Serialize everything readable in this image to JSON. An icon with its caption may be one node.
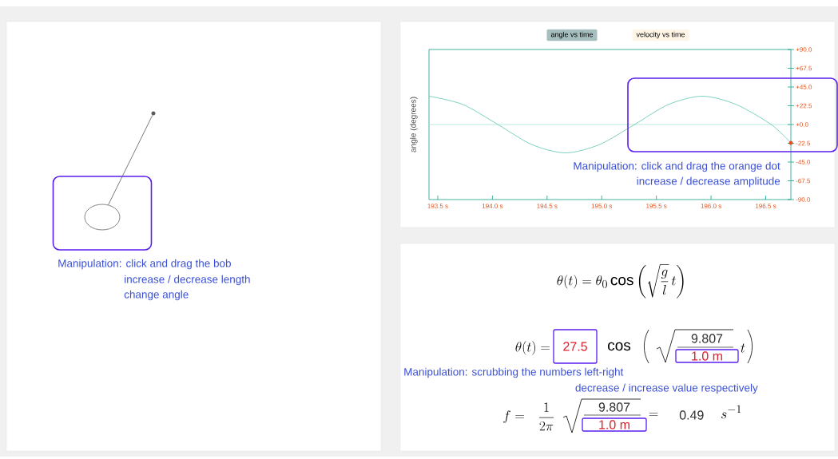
{
  "diagram": {
    "nodes": [
      {
        "text": [],
        "shape": "circle"
      },
      {
        "text": [],
        "shape": "box"
      },
      {
        "text": [],
        "shape": "circle",
        "in": 1
      },
      {
        "text": [
          "angle vs time"
        ]
      },
      {
        "text": [
          "velocity vs time"
        ]
      },
      {
        "text": [],
        "shape": "box"
      },
      {
        "text": [
          "27.5"
        ]
      },
      {
        "text": [
          "1.0 m"
        ]
      },
      {
        "text": [
          "1.0 m"
        ]
      }
    ],
    "edges": [
      {
        "from": 0,
        "to": 2,
        "arrow": "none"
      }
    ],
    "labels": [
      "Manipulation: click and drag the bob",
      "increase / decrease length",
      "change angle",
      "Manipulation: click and drag the orange dot",
      "increase / decrease amplitude",
      "\\theta(t) = \\theta_0 \\cos\\left(\\sqrt{\\frac{g}{l}}\\,t\\right)",
      "\\theta(t) =",
      "\\cos",
      "9.807",
      "t",
      "Manipulation: scrubbing the numbers left-right",
      "decrease / increase value respectively",
      "f =",
      "\\frac{1}{2\\pi}",
      "9.807",
      "=",
      "0.49",
      "s^{-1}"
    ],
    "chart_data": {
      "type": "line",
      "ylabel": "angle (degrees)",
      "x": [
        193.42,
        193.73,
        194.05,
        194.36,
        194.67,
        194.98,
        195.3,
        195.61,
        195.92,
        196.23,
        196.55,
        196.73
      ],
      "series": [
        {
          "color": "#5cc4b0",
          "values": [
            34,
            24,
            0,
            -24,
            -34,
            -24,
            0,
            24,
            34,
            24,
            0,
            -22
          ]
        }
      ],
      "ref_lines": [
        {
          "axis": "y",
          "value": 0
        }
      ],
      "xlim": [
        193.42,
        196.73
      ],
      "ylim": [
        -90,
        90
      ],
      "xticks": [
        {
          "value": 193.5,
          "label": "193.5 s"
        },
        {
          "value": 194.0,
          "label": "194.0 s"
        },
        {
          "value": 194.5,
          "label": "194.5 s"
        },
        {
          "value": 195.0,
          "label": "195.0 s"
        },
        {
          "value": 195.5,
          "label": "195.5 s"
        },
        {
          "value": 196.0,
          "label": "196.0 s"
        },
        {
          "value": 196.5,
          "label": "196.5 s"
        }
      ],
      "yticks": [
        {
          "value": 90,
          "label": "+90.0"
        },
        {
          "value": 67.5,
          "label": "+67.5"
        },
        {
          "value": 45,
          "label": "+45.0"
        },
        {
          "value": 22.5,
          "label": "+22.5"
        },
        {
          "value": 0,
          "label": "+0.0"
        },
        {
          "value": -22.5,
          "label": "-22.5"
        },
        {
          "value": -45,
          "label": "-45.0"
        },
        {
          "value": -67.5,
          "label": "-67.5"
        },
        {
          "value": -90,
          "label": "-90.0"
        }
      ]
    }
  }
}
